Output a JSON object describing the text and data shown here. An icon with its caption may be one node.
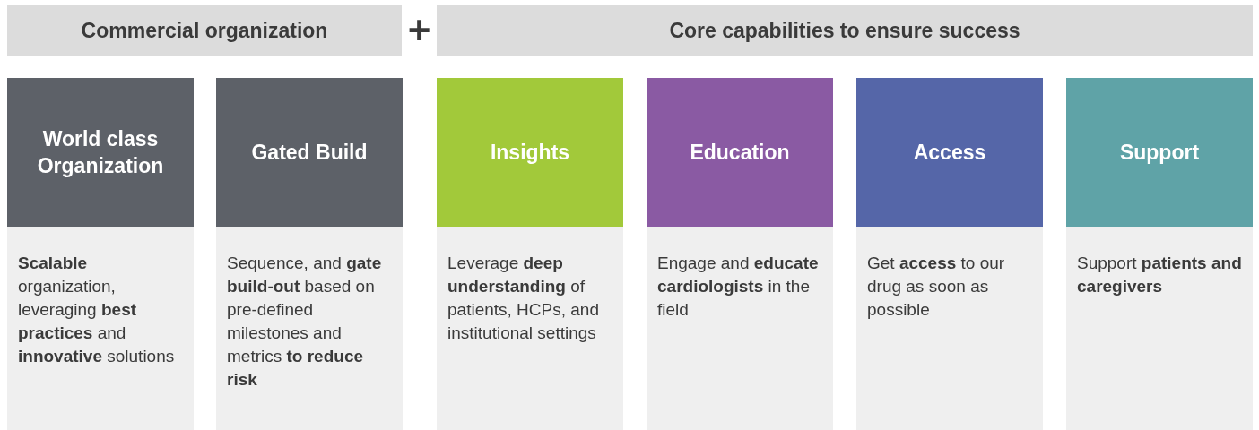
{
  "diagram": {
    "nodes": [
      {
        "text": [
          "Commercial organization"
        ]
      },
      {
        "text": [
          "Core capabilities to ensure success"
        ]
      },
      {
        "text": [
          "World class Organization"
        ]
      },
      {
        "text": [
          "**Scalable** organization, leveraging **best practices** and **innovative** solutions"
        ]
      },
      {
        "text": [
          "Gated Build"
        ]
      },
      {
        "text": [
          "Sequence, and **gate build-out** based on pre-defined milestones and metrics **to reduce risk**"
        ]
      },
      {
        "text": [
          "Insights"
        ]
      },
      {
        "text": [
          "Leverage **deep understanding** of patients, HCPs, and institutional settings"
        ]
      },
      {
        "text": [
          "Education"
        ]
      },
      {
        "text": [
          "Engage and **educate cardiologists** in the field"
        ]
      },
      {
        "text": [
          "Access"
        ]
      },
      {
        "text": [
          "Get **access** to our drug as soon as possible"
        ]
      },
      {
        "text": [
          "Support"
        ]
      },
      {
        "text": [
          "Support **patients and caregivers**"
        ]
      }
    ],
    "labels": [
      "+"
    ]
  }
}
